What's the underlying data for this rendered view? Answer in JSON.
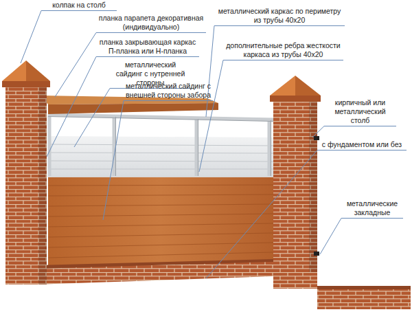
{
  "diagram": {
    "labels": [
      "колпак на столб",
      "планка парапета декоративная (индивидуально)",
      "планка закрывающая каркас П-планка или Н-планка",
      "металлический сайдинг с нутренней стороны",
      "металлический сайдинг с внешней стороны забора",
      "металлический каркас по периметру из трубы 40x20",
      "дополнительные ребра жесткости каркаса из трубы 40x20",
      "кирпичный или металлический столб",
      "с фундаментом или без",
      "металлические закладные"
    ]
  }
}
